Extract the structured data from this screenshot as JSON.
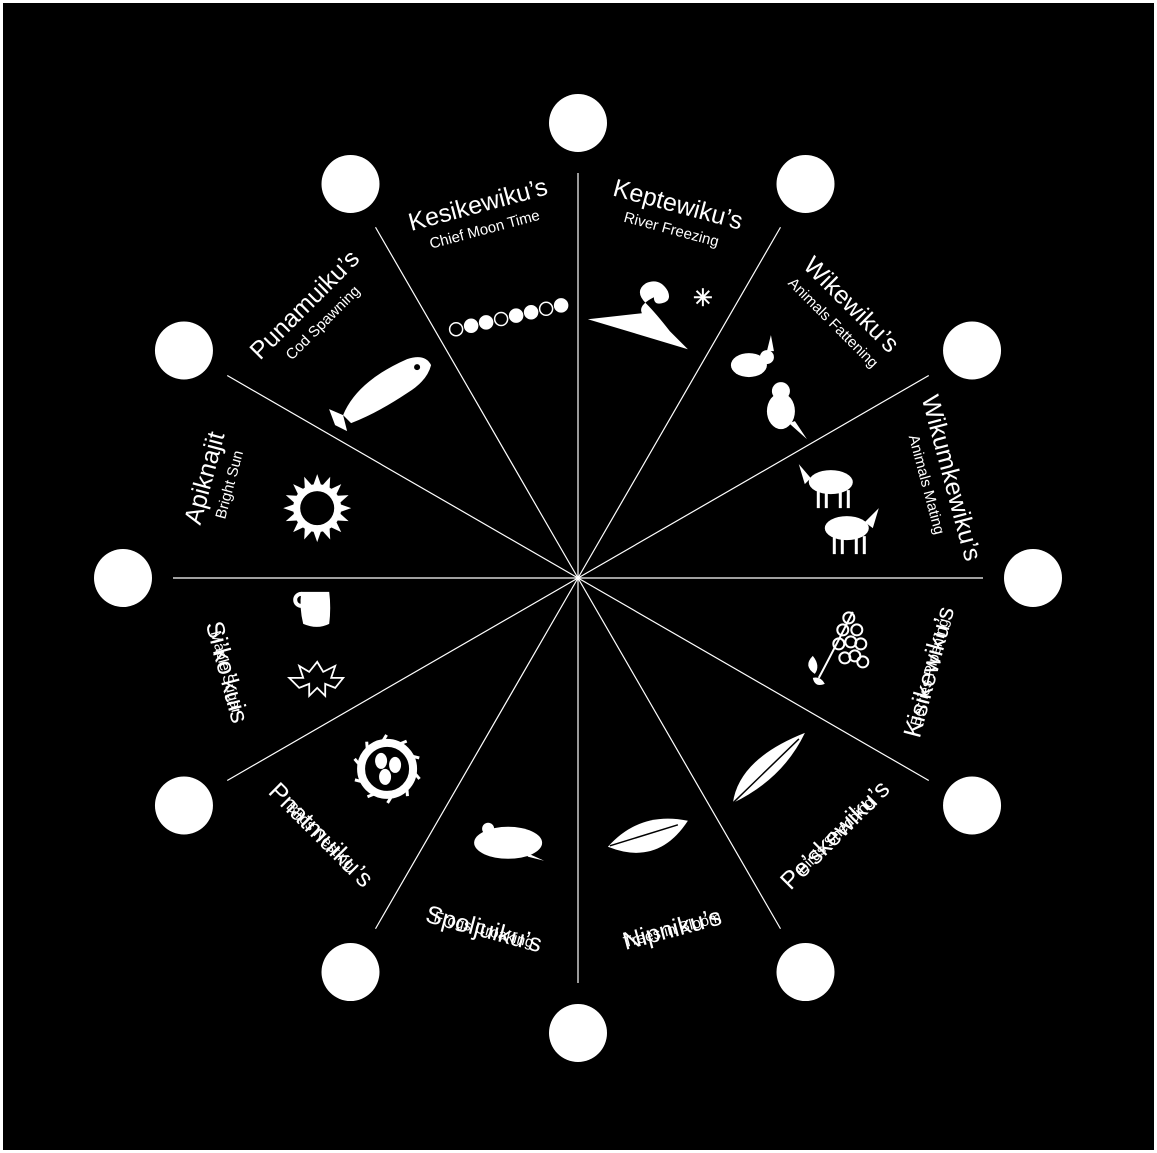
{
  "colors": {
    "background": "#000000",
    "foreground": "#ffffff",
    "border": "#ffffff"
  },
  "months": [
    {
      "name": "Keptewiku’s",
      "meaning": "River Freezing",
      "icon": "wave-snowflake-icon"
    },
    {
      "name": "Wikewiku’s",
      "meaning": "Animals Fattening",
      "icon": "rabbit-beaver-icon"
    },
    {
      "name": "Wikumkewiku’s",
      "meaning": "Animals Mating",
      "icon": "moose-caribou-icon"
    },
    {
      "name": "Kisikewiku’s",
      "meaning": "Berries Ripening",
      "icon": "berries-icon"
    },
    {
      "name": "Pe’skewiku’s",
      "meaning": "Birds Shedding",
      "icon": "feather-icon"
    },
    {
      "name": "Nipniku’s",
      "meaning": "Trees in Bloom",
      "icon": "leaf-icon"
    },
    {
      "name": "Spoljuiku’s",
      "meaning": "Frogs Croaking",
      "icon": "frog-icon"
    },
    {
      "name": "Pnatmuiku’s",
      "meaning": "Birds Nesting",
      "icon": "nest-icon"
    },
    {
      "name": "Si’ko’kuis",
      "meaning": "Maple Sugar",
      "icon": "sap-bucket-maple-leaf-icon"
    },
    {
      "name": "Apiknajit",
      "meaning": "Bright Sun",
      "icon": "sun-icon"
    },
    {
      "name": "Punamuiku’s",
      "meaning": "Cod Spawning",
      "icon": "cod-fish-icon"
    },
    {
      "name": "Kesikewiku’s",
      "meaning": "Chief Moon Time",
      "icon": "moon-phases-icon"
    }
  ]
}
